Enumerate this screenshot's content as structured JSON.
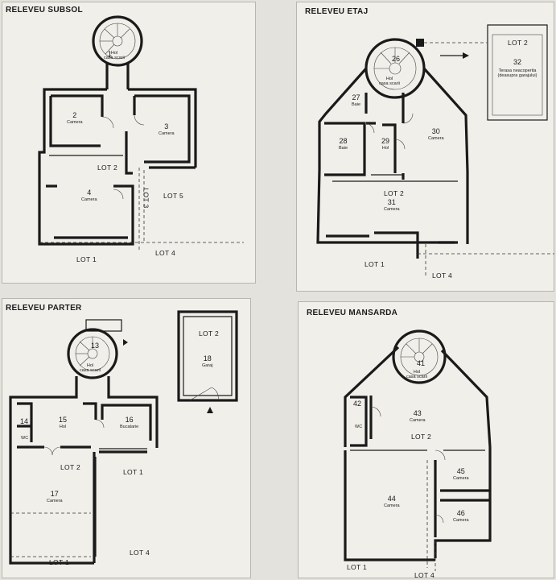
{
  "subsol": {
    "title": "RELEVEU SUBSOL",
    "rooms": [
      {
        "num": "1",
        "name": "Hol\ncasa scarii"
      },
      {
        "num": "2",
        "name": "Camera"
      },
      {
        "num": "3",
        "name": "Camera"
      },
      {
        "num": "4",
        "name": "Camera"
      }
    ],
    "lots": [
      "LOT 2",
      "LOT 3",
      "LOT 5",
      "LOT 1",
      "LOT 4"
    ]
  },
  "etaj": {
    "title": "RELEVEU ETAJ",
    "rooms": [
      {
        "num": "26",
        "name": "Hol\ncasa scarii"
      },
      {
        "num": "27",
        "name": "Baie"
      },
      {
        "num": "28",
        "name": "Baie"
      },
      {
        "num": "29",
        "name": "Hol"
      },
      {
        "num": "30",
        "name": "Camera"
      },
      {
        "num": "31",
        "name": "Camera"
      },
      {
        "num": "32",
        "name": "Terasa neacoperita\n(deasupra garajului)"
      }
    ],
    "lots": [
      "LOT 2",
      "LOT 2",
      "LOT 1",
      "LOT 4"
    ]
  },
  "parter": {
    "title": "RELEVEU PARTER",
    "rooms": [
      {
        "num": "13",
        "name": "Hol\ncasa scarii"
      },
      {
        "num": "14",
        "name": "WC"
      },
      {
        "num": "15",
        "name": "Hol"
      },
      {
        "num": "16",
        "name": "Bucatarie"
      },
      {
        "num": "17",
        "name": "Camera"
      },
      {
        "num": "18",
        "name": "Garaj"
      }
    ],
    "lots": [
      "LOT 2",
      "LOT 2",
      "LOT 1",
      "LOT 1",
      "LOT 4"
    ]
  },
  "mansarda": {
    "title": "RELEVEU MANSARDA",
    "rooms": [
      {
        "num": "41",
        "name": "Hol\ncasa scarii"
      },
      {
        "num": "42",
        "name": "WC"
      },
      {
        "num": "43",
        "name": "Camera"
      },
      {
        "num": "44",
        "name": "Camera"
      },
      {
        "num": "45",
        "name": "Camera"
      },
      {
        "num": "46",
        "name": "Camera"
      }
    ],
    "lots": [
      "LOT 2",
      "LOT 1",
      "LOT 4"
    ]
  }
}
